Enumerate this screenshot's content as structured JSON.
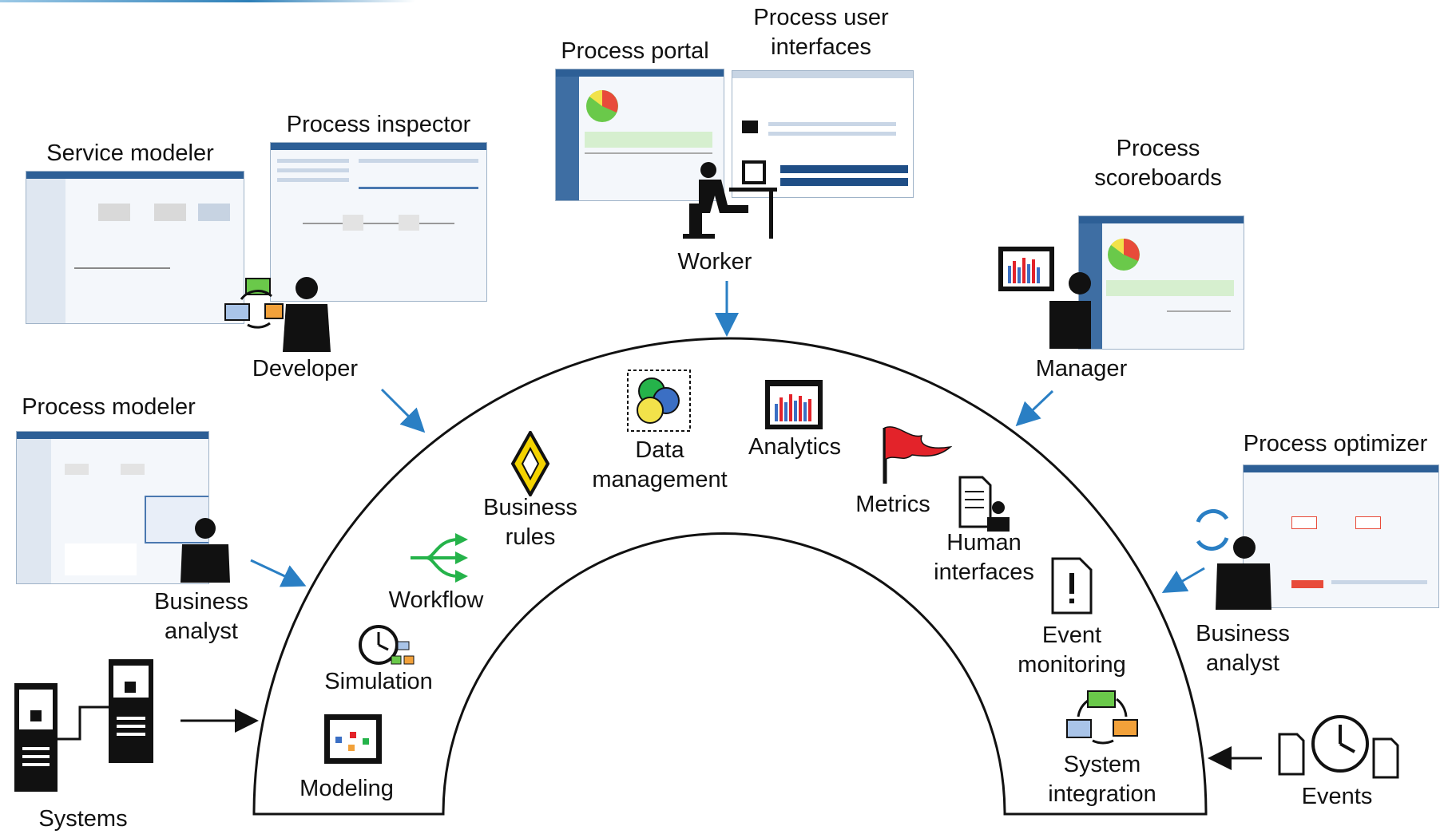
{
  "labels": {
    "process_user_interfaces": "Process user interfaces",
    "process_portal": "Process portal",
    "worker": "Worker",
    "process_inspector": "Process inspector",
    "service_modeler": "Service modeler",
    "developer": "Developer",
    "process_scoreboards": "Process scoreboards",
    "manager": "Manager",
    "process_modeler": "Process modeler",
    "business_analyst_left": "Business analyst",
    "process_optimizer": "Process optimizer",
    "business_analyst_right": "Business analyst",
    "systems": "Systems",
    "events": "Events"
  },
  "arch_components": {
    "modeling": "Modeling",
    "simulation": "Simulation",
    "workflow": "Workflow",
    "business_rules": "Business rules",
    "data_management": "Data management",
    "analytics": "Analytics",
    "metrics": "Metrics",
    "human_interfaces": "Human interfaces",
    "event_monitoring": "Event monitoring",
    "system_integration": "System integration"
  },
  "colors": {
    "arrow_blue": "#2a7fc4",
    "workflow_green": "#25b34a",
    "rules_yellow": "#f4d300",
    "flag_red": "#e3232a",
    "pie_green": "#6ac94a",
    "pie_red": "#e84b3a",
    "pie_yellow": "#f2e24a"
  }
}
